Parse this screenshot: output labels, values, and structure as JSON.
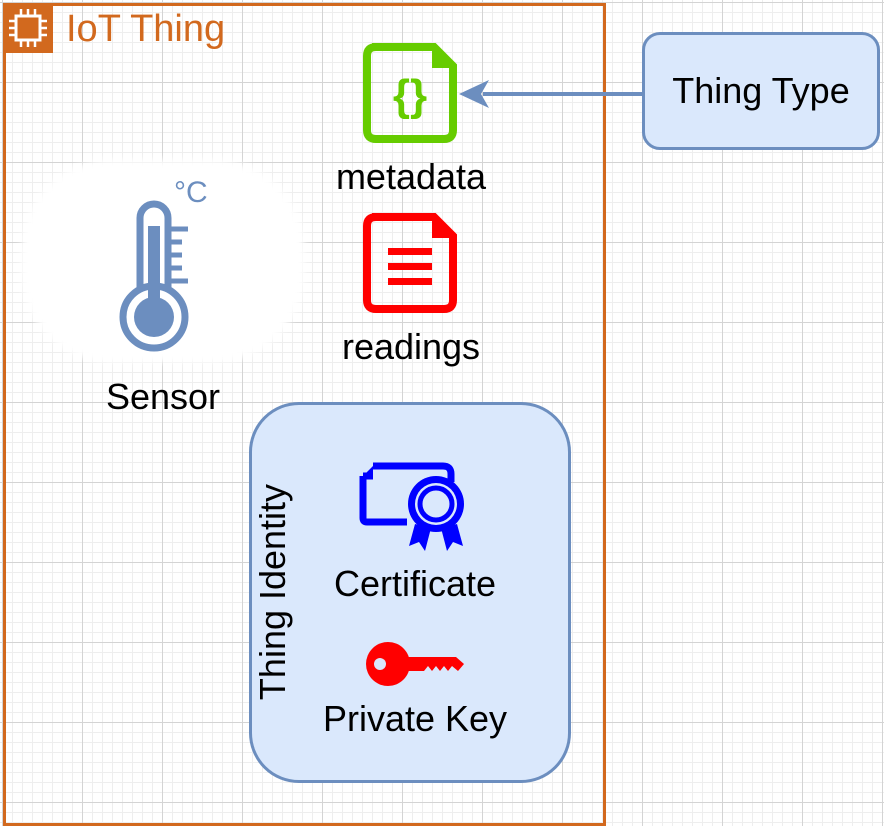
{
  "container": {
    "title": "IoT Thing",
    "icon": "chip-icon",
    "color": "#d2691e"
  },
  "thing_type": {
    "label": "Thing Type",
    "fill": "#dae8fc",
    "stroke": "#6c8ebf"
  },
  "metadata": {
    "label": "metadata",
    "icon": "json-file-icon",
    "color": "#66cc00"
  },
  "readings": {
    "label": "readings",
    "icon": "document-icon",
    "color": "#ff0000"
  },
  "sensor": {
    "label": "Sensor",
    "icon": "thermometer-icon",
    "unit_glyph": "°C",
    "color": "#6c8ebf"
  },
  "identity": {
    "title": "Thing Identity",
    "certificate": {
      "label": "Certificate",
      "icon": "certificate-icon",
      "color": "#0000ff"
    },
    "private_key": {
      "label": "Private Key",
      "icon": "key-icon",
      "color": "#ff0000"
    }
  },
  "edges": [
    {
      "from": "thing_type",
      "to": "metadata",
      "style": "arrow",
      "color": "#6c8ebf"
    }
  ]
}
